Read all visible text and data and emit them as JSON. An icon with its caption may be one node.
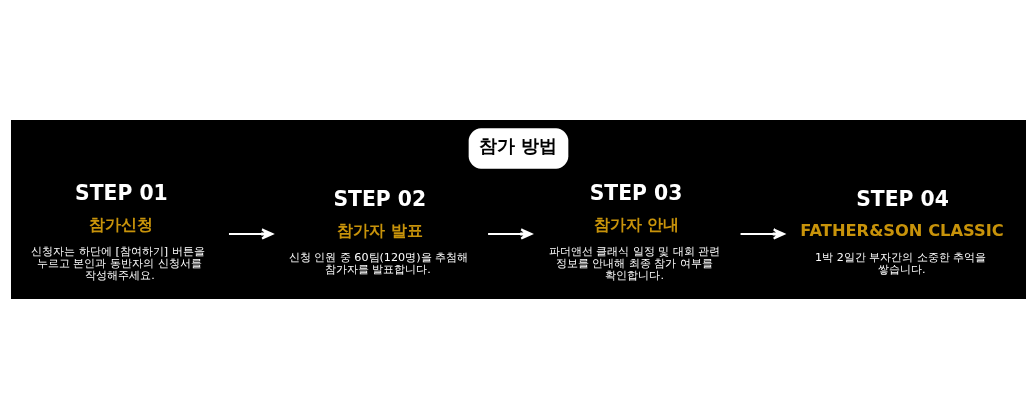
{
  "diagram": {
    "title": "참가 방법",
    "nodes": [
      {
        "text": [
          "STEP 01",
          "참가신청",
          "신청자는 하단에 [참여하기] 버튼을 누르고 본인과 동반자의 신청서를 작성해주세요."
        ]
      },
      {
        "text": [
          "STEP 02",
          "참가자 발표",
          "신청 인원 중 60팀(120명)을 추첨해 참가자를 발표합니다."
        ]
      },
      {
        "text": [
          "STEP 03",
          "참가자 안내",
          "파더앤선 클래식 일정 및 대회 관련 정보를 안내해 최종 참가 여부를 확인합니다."
        ]
      },
      {
        "text": [
          "STEP 04",
          "FATHER&SON CLASSIC",
          "1박 2일간 부자간의 소중한 추억을 쌓습니다."
        ]
      }
    ],
    "edges": [
      {
        "from": 0,
        "to": 1,
        "arrow": "to"
      },
      {
        "from": 1,
        "to": 2,
        "arrow": "to"
      },
      {
        "from": 2,
        "to": 3,
        "arrow": "to"
      }
    ]
  }
}
